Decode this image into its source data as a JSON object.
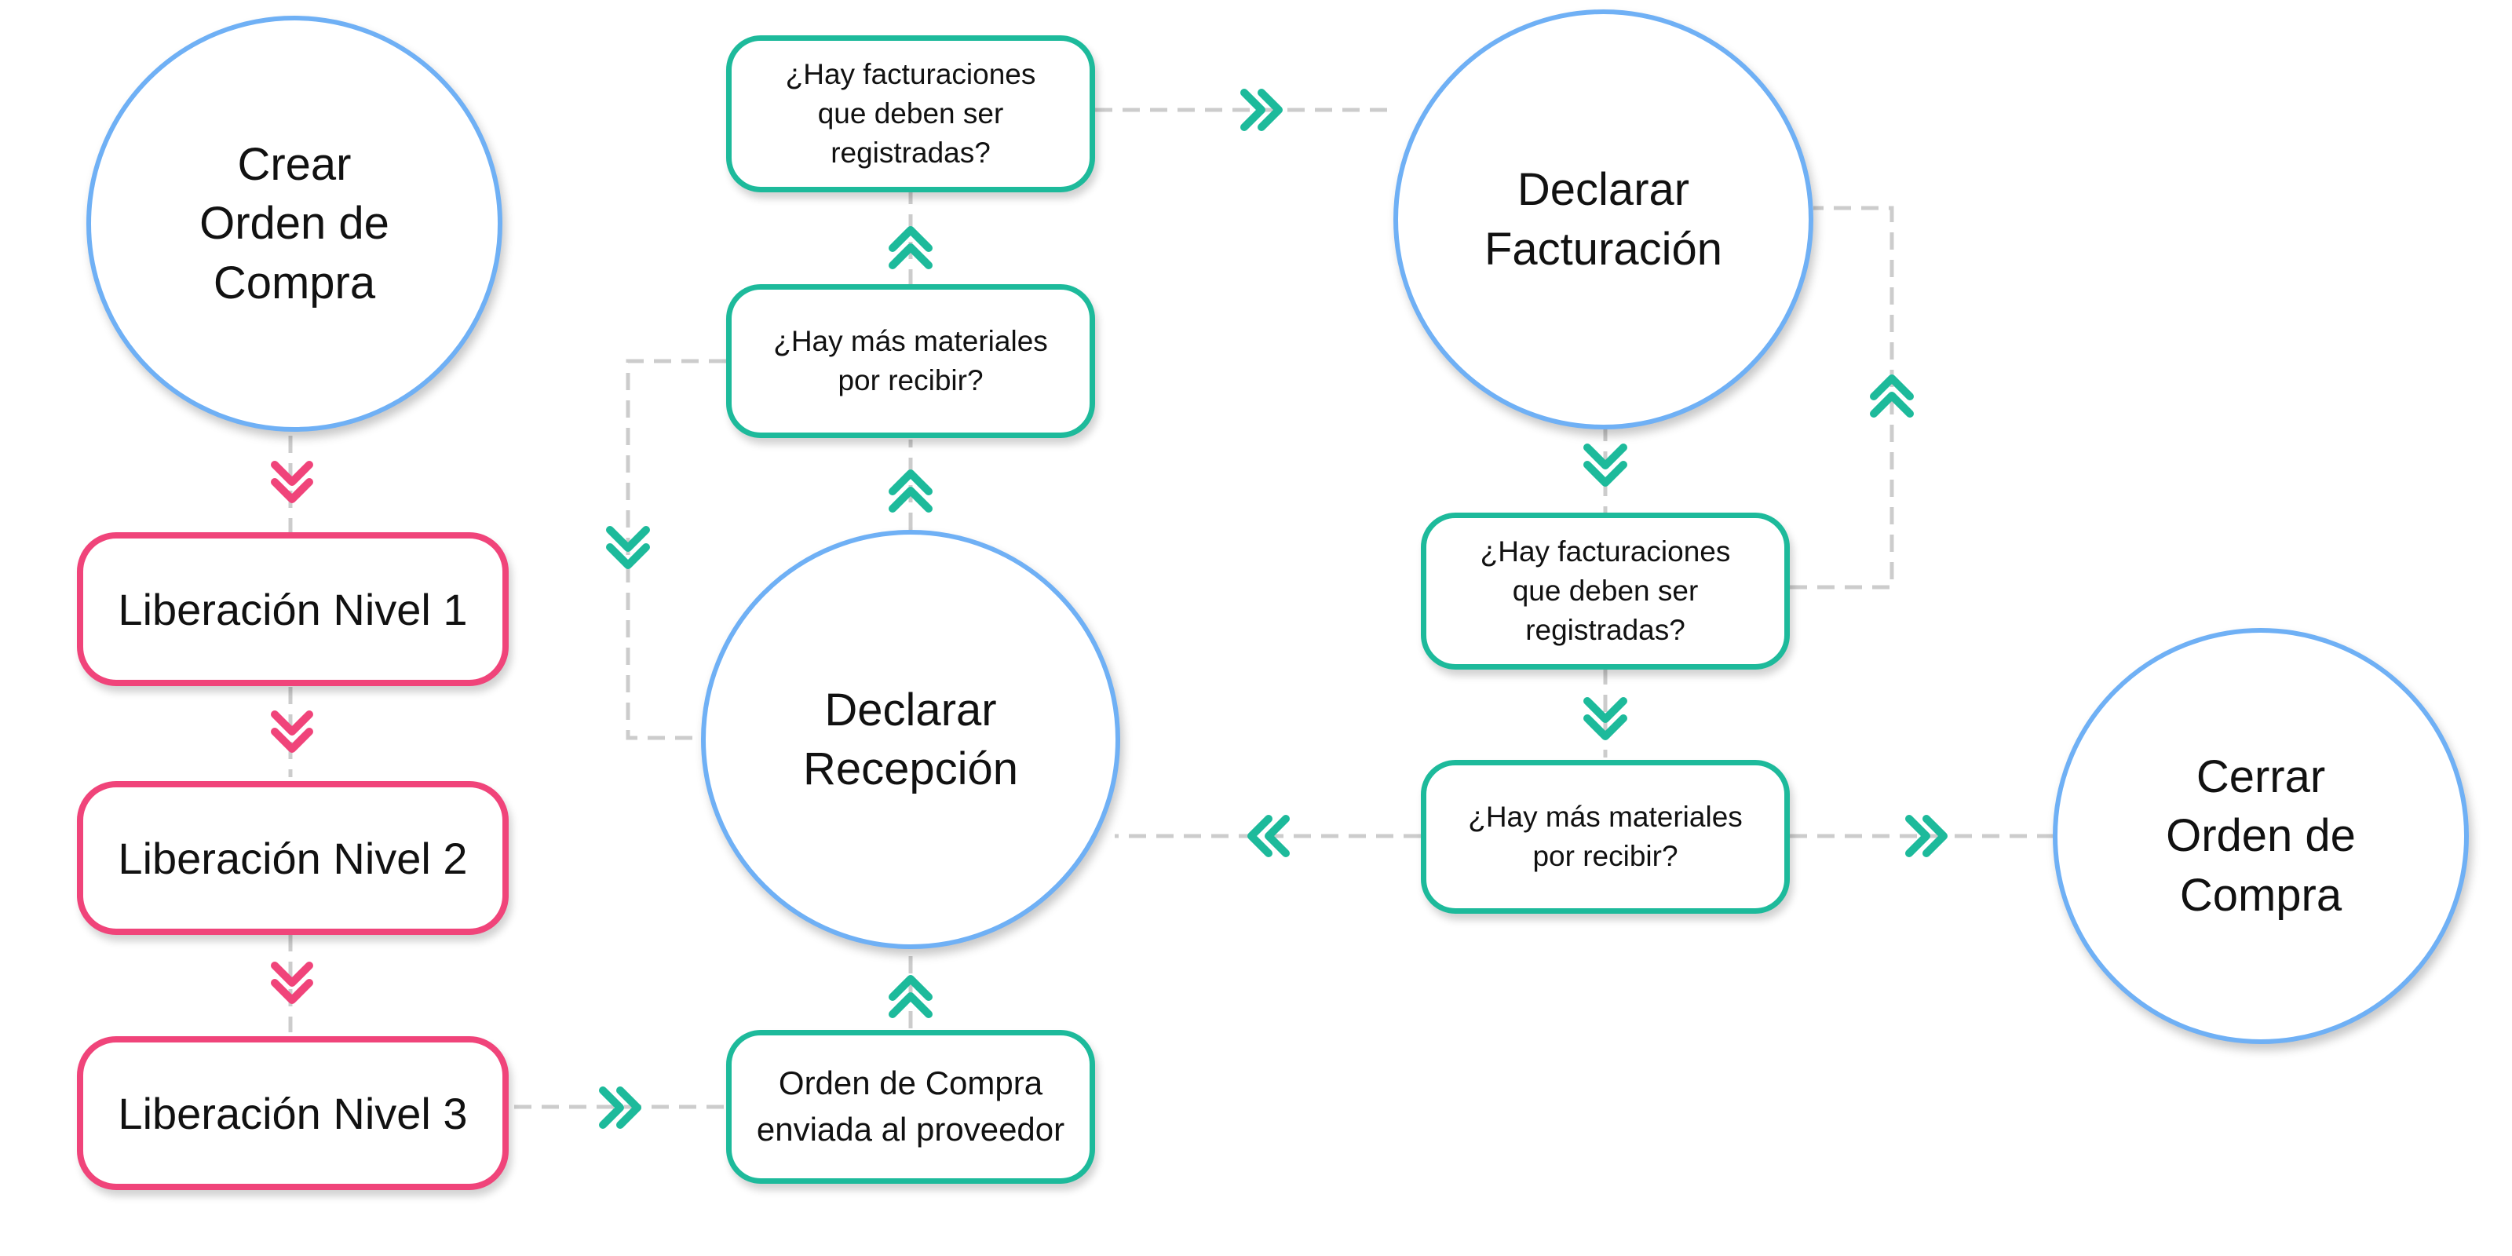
{
  "nodes": {
    "crear_orden": "Crear\nOrden de\nCompra",
    "liberacion_1": "Liberación Nivel 1",
    "liberacion_2": "Liberación Nivel 2",
    "liberacion_3": "Liberación Nivel 3",
    "orden_enviada": "Orden de Compra\nenviada al proveedor",
    "declarar_recepcion": "Declarar\nRecepción",
    "pregunta_materiales_1": "¿Hay más materiales\npor recibir?",
    "pregunta_facturaciones_1": "¿Hay facturaciones\nque deben ser\nregistradas?",
    "declarar_facturacion": "Declarar\nFacturación",
    "pregunta_facturaciones_2": "¿Hay facturaciones\nque deben ser\nregistradas?",
    "pregunta_materiales_2": "¿Hay más materiales\npor recibir?",
    "cerrar_orden": "Cerrar\nOrden de\nCompra"
  },
  "colors": {
    "circle_border": "#6fb0f5",
    "release_border": "#f0447a",
    "question_border": "#1dba9b",
    "connector": "#cccccc"
  }
}
